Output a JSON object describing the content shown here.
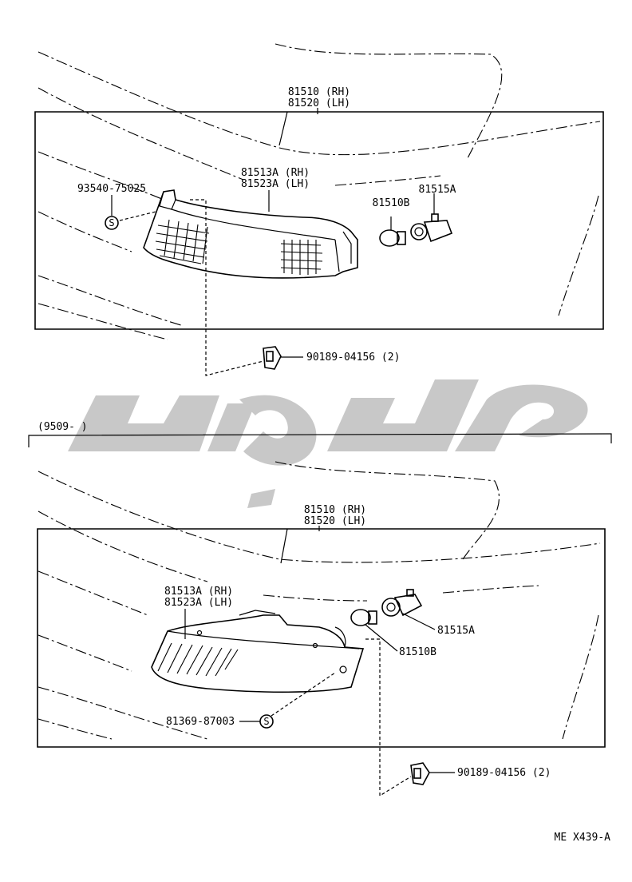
{
  "top_section": {
    "housing_rh": "81510 (RH)",
    "housing_lh": "81520 (LH)",
    "lens_rh": "81513A (RH)",
    "lens_lh": "81523A (LH)",
    "screw_part": "93540-75025",
    "bulb": "81510B",
    "socket": "81515A",
    "clip": "90189-04156 (2)",
    "screw_symbol": "S"
  },
  "bottom_section": {
    "date_range": "(9509-          )",
    "housing_rh": "81510 (RH)",
    "housing_lh": "81520 (LH)",
    "lens_rh": "81513A (RH)",
    "lens_lh": "81523A (LH)",
    "socket": "81515A",
    "bulb": "81510B",
    "screw_part": "81369-87003",
    "clip": "90189-04156 (2)",
    "screw_symbol": "S"
  },
  "footer": {
    "code": "ME  X439-A"
  },
  "watermark": {
    "color": "#c8c8c8"
  }
}
